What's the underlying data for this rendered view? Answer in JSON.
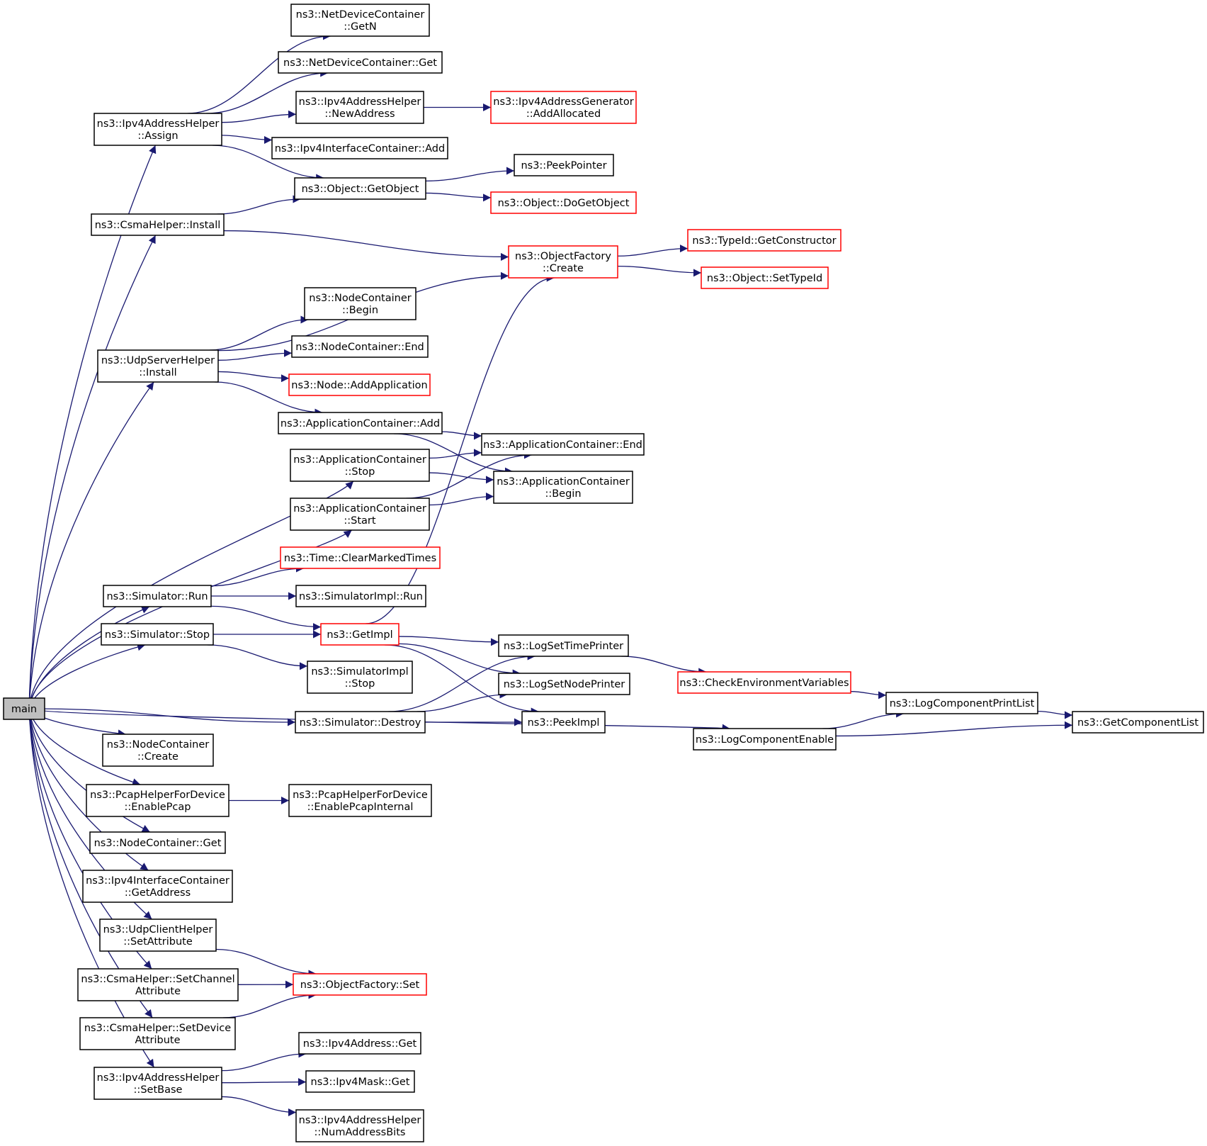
{
  "colors": {
    "edge": "#191970",
    "normal_border": "#000000",
    "truncated_border": "#ff0000",
    "root_fill": "#bfbfbf",
    "node_fill": "#ffffff"
  },
  "nodes": [
    {
      "id": "main",
      "lines": [
        "main"
      ],
      "style": "root"
    },
    {
      "id": "ndc_getn",
      "lines": [
        "ns3::NetDeviceContainer",
        "::GetN"
      ],
      "style": "normal"
    },
    {
      "id": "ndc_get",
      "lines": [
        "ns3::NetDeviceContainer::Get"
      ],
      "style": "normal"
    },
    {
      "id": "ipv4ah_newaddress",
      "lines": [
        "ns3::Ipv4AddressHelper",
        "::NewAddress"
      ],
      "style": "normal"
    },
    {
      "id": "ipv4ag_addallocated",
      "lines": [
        "ns3::Ipv4AddressGenerator",
        "::AddAllocated"
      ],
      "style": "truncated"
    },
    {
      "id": "ipv4ah_assign",
      "lines": [
        "ns3::Ipv4AddressHelper",
        "::Assign"
      ],
      "style": "normal"
    },
    {
      "id": "ipv4ic_add",
      "lines": [
        "ns3::Ipv4InterfaceContainer::Add"
      ],
      "style": "normal"
    },
    {
      "id": "peekpointer",
      "lines": [
        "ns3::PeekPointer"
      ],
      "style": "normal"
    },
    {
      "id": "object_getobject",
      "lines": [
        "ns3::Object::GetObject"
      ],
      "style": "normal"
    },
    {
      "id": "object_dogetobject",
      "lines": [
        "ns3::Object::DoGetObject"
      ],
      "style": "truncated"
    },
    {
      "id": "csma_install",
      "lines": [
        "ns3::CsmaHelper::Install"
      ],
      "style": "normal"
    },
    {
      "id": "typeid_getconstructor",
      "lines": [
        "ns3::TypeId::GetConstructor"
      ],
      "style": "truncated"
    },
    {
      "id": "objectfactory_create",
      "lines": [
        "ns3::ObjectFactory",
        "::Create"
      ],
      "style": "truncated"
    },
    {
      "id": "object_settypeid",
      "lines": [
        "ns3::Object::SetTypeId"
      ],
      "style": "truncated"
    },
    {
      "id": "nc_begin",
      "lines": [
        "ns3::NodeContainer",
        "::Begin"
      ],
      "style": "normal"
    },
    {
      "id": "nc_end",
      "lines": [
        "ns3::NodeContainer::End"
      ],
      "style": "normal"
    },
    {
      "id": "udpserver_install",
      "lines": [
        "ns3::UdpServerHelper",
        "::Install"
      ],
      "style": "normal"
    },
    {
      "id": "node_addapplication",
      "lines": [
        "ns3::Node::AddApplication"
      ],
      "style": "truncated"
    },
    {
      "id": "ac_add",
      "lines": [
        "ns3::ApplicationContainer::Add"
      ],
      "style": "normal"
    },
    {
      "id": "ac_end",
      "lines": [
        "ns3::ApplicationContainer::End"
      ],
      "style": "normal"
    },
    {
      "id": "ac_stop",
      "lines": [
        "ns3::ApplicationContainer",
        "::Stop"
      ],
      "style": "normal"
    },
    {
      "id": "ac_begin",
      "lines": [
        "ns3::ApplicationContainer",
        "::Begin"
      ],
      "style": "normal"
    },
    {
      "id": "ac_start",
      "lines": [
        "ns3::ApplicationContainer",
        "::Start"
      ],
      "style": "normal"
    },
    {
      "id": "time_clearmarkedtimes",
      "lines": [
        "ns3::Time::ClearMarkedTimes"
      ],
      "style": "truncated"
    },
    {
      "id": "sim_run",
      "lines": [
        "ns3::Simulator::Run"
      ],
      "style": "normal"
    },
    {
      "id": "simimpl_run",
      "lines": [
        "ns3::SimulatorImpl::Run"
      ],
      "style": "normal"
    },
    {
      "id": "sim_stop",
      "lines": [
        "ns3::Simulator::Stop"
      ],
      "style": "normal"
    },
    {
      "id": "getimpl",
      "lines": [
        "ns3::GetImpl"
      ],
      "style": "truncated"
    },
    {
      "id": "logsettimeprinter",
      "lines": [
        "ns3::LogSetTimePrinter"
      ],
      "style": "normal"
    },
    {
      "id": "simimpl_stop",
      "lines": [
        "ns3::SimulatorImpl",
        "::Stop"
      ],
      "style": "normal"
    },
    {
      "id": "checkenv",
      "lines": [
        "ns3::CheckEnvironmentVariables"
      ],
      "style": "truncated"
    },
    {
      "id": "logsetnodeprinter",
      "lines": [
        "ns3::LogSetNodePrinter"
      ],
      "style": "normal"
    },
    {
      "id": "logcomponentprintlist",
      "lines": [
        "ns3::LogComponentPrintList"
      ],
      "style": "normal"
    },
    {
      "id": "sim_destroy",
      "lines": [
        "ns3::Simulator::Destroy"
      ],
      "style": "normal"
    },
    {
      "id": "peekimpl",
      "lines": [
        "ns3::PeekImpl"
      ],
      "style": "normal"
    },
    {
      "id": "getcomponentlist",
      "lines": [
        "ns3::GetComponentList"
      ],
      "style": "normal"
    },
    {
      "id": "logcomponentenable",
      "lines": [
        "ns3::LogComponentEnable"
      ],
      "style": "normal"
    },
    {
      "id": "nc_create",
      "lines": [
        "ns3::NodeContainer",
        "::Create"
      ],
      "style": "normal"
    },
    {
      "id": "pcap_enablepcap",
      "lines": [
        "ns3::PcapHelperForDevice",
        "::EnablePcap"
      ],
      "style": "normal"
    },
    {
      "id": "pcap_enablepcapinternal",
      "lines": [
        "ns3::PcapHelperForDevice",
        "::EnablePcapInternal"
      ],
      "style": "normal"
    },
    {
      "id": "nc_get",
      "lines": [
        "ns3::NodeContainer::Get"
      ],
      "style": "normal"
    },
    {
      "id": "ipv4ic_getaddress",
      "lines": [
        "ns3::Ipv4InterfaceContainer",
        "::GetAddress"
      ],
      "style": "normal"
    },
    {
      "id": "udpclient_setattribute",
      "lines": [
        "ns3::UdpClientHelper",
        "::SetAttribute"
      ],
      "style": "normal"
    },
    {
      "id": "csma_setchannelattribute",
      "lines": [
        "ns3::CsmaHelper::SetChannel",
        "Attribute"
      ],
      "style": "normal"
    },
    {
      "id": "objectfactory_set",
      "lines": [
        "ns3::ObjectFactory::Set"
      ],
      "style": "truncated"
    },
    {
      "id": "csma_setdeviceattribute",
      "lines": [
        "ns3::CsmaHelper::SetDevice",
        "Attribute"
      ],
      "style": "normal"
    },
    {
      "id": "ipv4address_get",
      "lines": [
        "ns3::Ipv4Address::Get"
      ],
      "style": "normal"
    },
    {
      "id": "ipv4ah_setbase",
      "lines": [
        "ns3::Ipv4AddressHelper",
        "::SetBase"
      ],
      "style": "normal"
    },
    {
      "id": "ipv4mask_get",
      "lines": [
        "ns3::Ipv4Mask::Get"
      ],
      "style": "normal"
    },
    {
      "id": "ipv4ah_numaddressbits",
      "lines": [
        "ns3::Ipv4AddressHelper",
        "::NumAddressBits"
      ],
      "style": "normal"
    }
  ],
  "edges": [
    [
      "main",
      "ipv4ah_assign"
    ],
    [
      "main",
      "csma_install"
    ],
    [
      "main",
      "udpserver_install"
    ],
    [
      "main",
      "ac_stop"
    ],
    [
      "main",
      "ac_start"
    ],
    [
      "main",
      "sim_run"
    ],
    [
      "main",
      "sim_stop"
    ],
    [
      "main",
      "sim_destroy"
    ],
    [
      "main",
      "logcomponentenable"
    ],
    [
      "main",
      "nc_create"
    ],
    [
      "main",
      "pcap_enablepcap"
    ],
    [
      "main",
      "nc_get"
    ],
    [
      "main",
      "ipv4ic_getaddress"
    ],
    [
      "main",
      "udpclient_setattribute"
    ],
    [
      "main",
      "csma_setchannelattribute"
    ],
    [
      "main",
      "csma_setdeviceattribute"
    ],
    [
      "main",
      "ipv4ah_setbase"
    ],
    [
      "ipv4ah_assign",
      "ndc_getn"
    ],
    [
      "ipv4ah_assign",
      "ndc_get"
    ],
    [
      "ipv4ah_assign",
      "ipv4ah_newaddress"
    ],
    [
      "ipv4ah_assign",
      "ipv4ic_add"
    ],
    [
      "ipv4ah_assign",
      "object_getobject"
    ],
    [
      "ipv4ah_newaddress",
      "ipv4ag_addallocated"
    ],
    [
      "object_getobject",
      "peekpointer"
    ],
    [
      "object_getobject",
      "object_dogetobject"
    ],
    [
      "csma_install",
      "object_getobject"
    ],
    [
      "csma_install",
      "objectfactory_create"
    ],
    [
      "objectfactory_create",
      "typeid_getconstructor"
    ],
    [
      "objectfactory_create",
      "object_settypeid"
    ],
    [
      "udpserver_install",
      "objectfactory_create"
    ],
    [
      "udpserver_install",
      "nc_begin"
    ],
    [
      "udpserver_install",
      "nc_end"
    ],
    [
      "udpserver_install",
      "node_addapplication"
    ],
    [
      "udpserver_install",
      "ac_add"
    ],
    [
      "ac_add",
      "ac_end"
    ],
    [
      "ac_add",
      "ac_begin"
    ],
    [
      "ac_stop",
      "ac_end"
    ],
    [
      "ac_stop",
      "ac_begin"
    ],
    [
      "ac_start",
      "ac_end"
    ],
    [
      "ac_start",
      "ac_begin"
    ],
    [
      "sim_run",
      "time_clearmarkedtimes"
    ],
    [
      "sim_run",
      "simimpl_run"
    ],
    [
      "sim_run",
      "getimpl"
    ],
    [
      "sim_stop",
      "getimpl"
    ],
    [
      "sim_stop",
      "simimpl_stop"
    ],
    [
      "getimpl",
      "objectfactory_create"
    ],
    [
      "getimpl",
      "logsettimeprinter"
    ],
    [
      "getimpl",
      "logsetnodeprinter"
    ],
    [
      "getimpl",
      "peekimpl"
    ],
    [
      "logsettimeprinter",
      "checkenv"
    ],
    [
      "checkenv",
      "logcomponentprintlist"
    ],
    [
      "logcomponentprintlist",
      "getcomponentlist"
    ],
    [
      "sim_destroy",
      "logsettimeprinter"
    ],
    [
      "sim_destroy",
      "logsetnodeprinter"
    ],
    [
      "sim_destroy",
      "peekimpl"
    ],
    [
      "logcomponentenable",
      "logcomponentprintlist"
    ],
    [
      "logcomponentenable",
      "getcomponentlist"
    ],
    [
      "pcap_enablepcap",
      "pcap_enablepcapinternal"
    ],
    [
      "udpclient_setattribute",
      "objectfactory_set"
    ],
    [
      "csma_setchannelattribute",
      "objectfactory_set"
    ],
    [
      "csma_setdeviceattribute",
      "objectfactory_set"
    ],
    [
      "ipv4ah_setbase",
      "ipv4address_get"
    ],
    [
      "ipv4ah_setbase",
      "ipv4mask_get"
    ],
    [
      "ipv4ah_setbase",
      "ipv4ah_numaddressbits"
    ]
  ]
}
